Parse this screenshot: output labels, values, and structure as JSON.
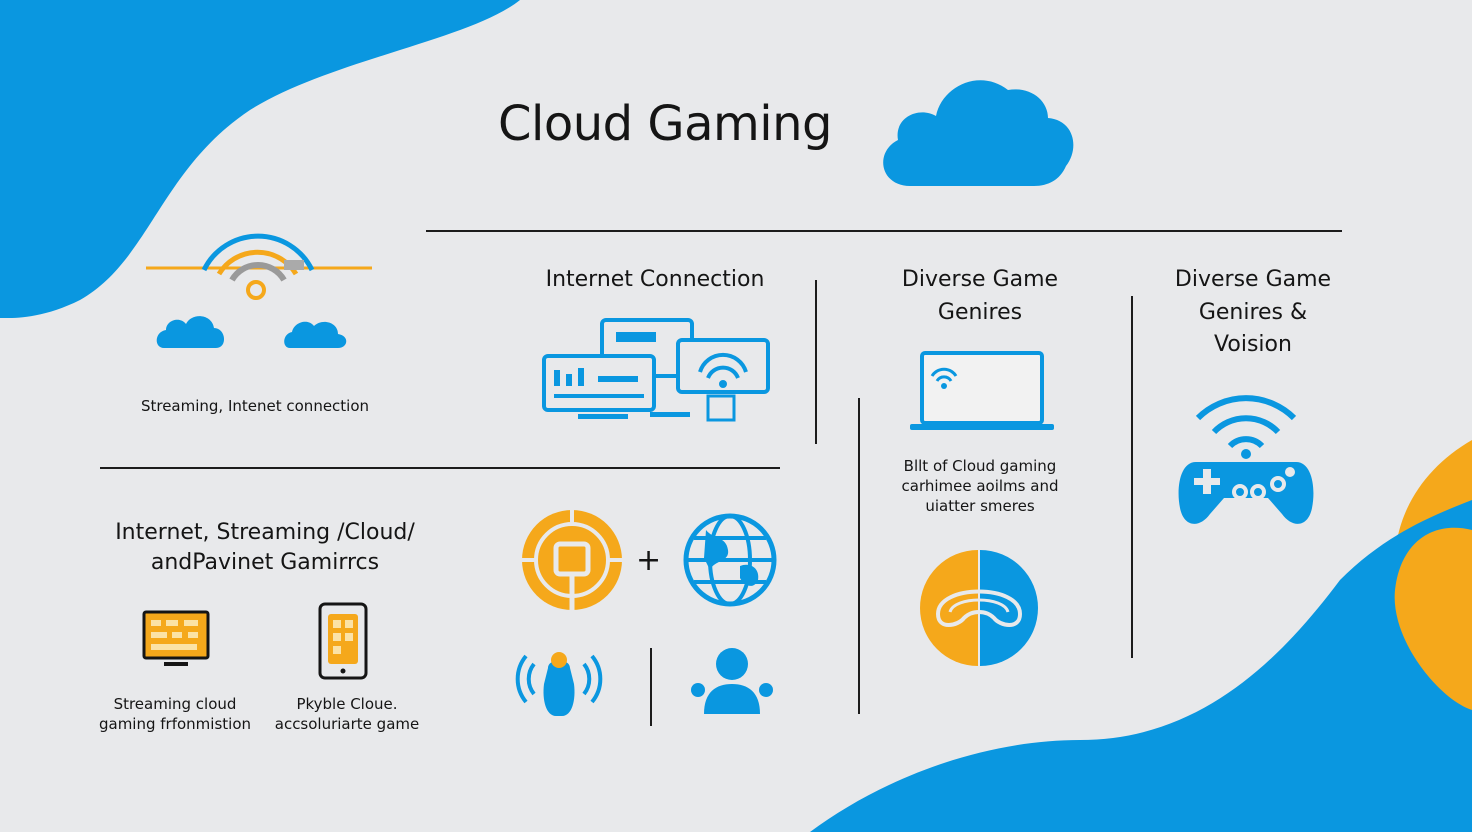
{
  "colors": {
    "blue": "#0a97e0",
    "orange": "#f5a81b",
    "background": "#e8e9eb",
    "ink": "#151515"
  },
  "title": "Cloud Gaming",
  "sections": {
    "left_top": {
      "caption": "Streaming, Intenet connection"
    },
    "internet": {
      "heading": "Internet Connection"
    },
    "genres": {
      "heading_line1": "Diverse Game",
      "heading_line2": "Genires",
      "caption_line1": "Bllt of Cloud gaming",
      "caption_line2": "carhimee aoilms and",
      "caption_line3": "uiatter smeres"
    },
    "genres_vision": {
      "heading_line1": "Diverse Game",
      "heading_line2": "Genires &",
      "heading_line3": "Voision"
    },
    "left_bottom": {
      "heading_line1": "Internet, Streaming /Cloud/",
      "heading_line2": "andPavinet Gamirrcs",
      "item1_line1": "Streaming cloud",
      "item1_line2": "gaming frfonmistion",
      "item2_line1": "Pkyble Cloue.",
      "item2_line2": "accsoluriarte game"
    },
    "center_bottom": {
      "plus": "+"
    }
  },
  "icons": [
    "cloud-icon",
    "wifi-network-icon",
    "monitors-icon",
    "laptop-icon",
    "gamepad-icon",
    "vr-headset-icon",
    "globe-icon",
    "tablet-icon",
    "computer-icon",
    "user-icon",
    "brain-icon",
    "touch-signal-icon"
  ]
}
